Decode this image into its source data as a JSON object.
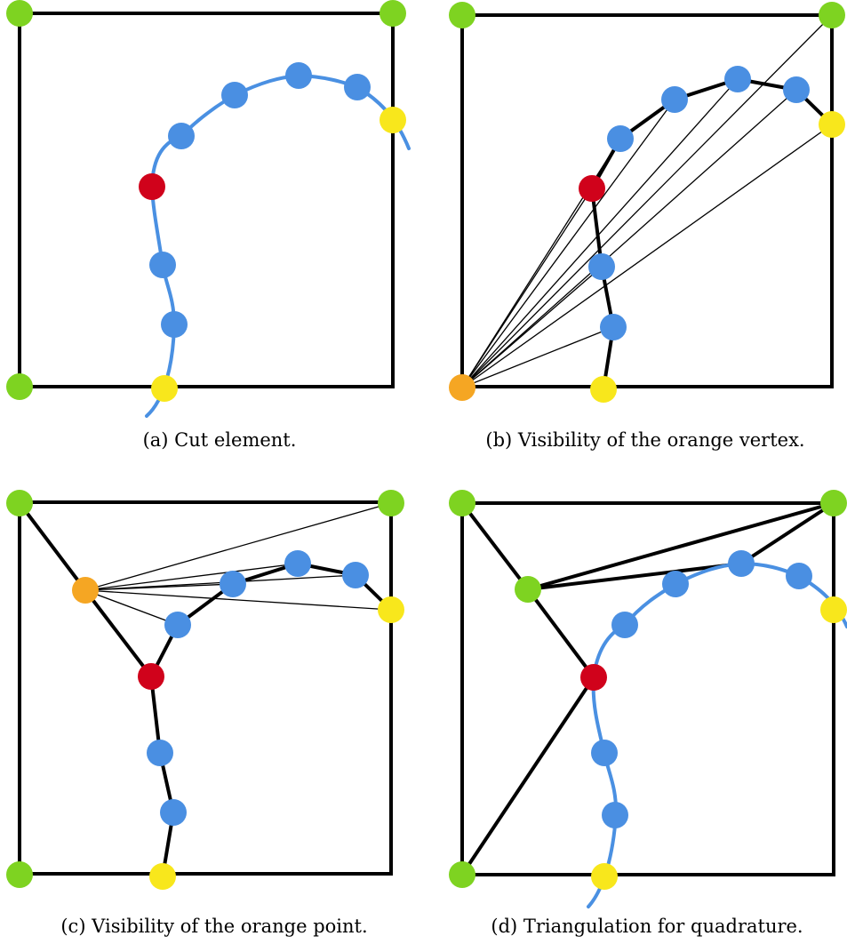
{
  "colors": {
    "curve": "#4a90e2",
    "blue_point": "#4a8fe2",
    "red_point": "#d0021b",
    "yellow_point": "#f8e71c",
    "green_point": "#7ed321",
    "orange_point": "#f5a623",
    "edge": "#000000"
  },
  "panels": [
    {
      "id": "a",
      "caption": "(a) Cut element."
    },
    {
      "id": "b",
      "caption": "(b) Visibility of the orange vertex."
    },
    {
      "id": "c",
      "caption": "(c) Visibility of the orange point."
    },
    {
      "id": "d",
      "caption": "(d) Triangulation for quadrature."
    }
  ]
}
